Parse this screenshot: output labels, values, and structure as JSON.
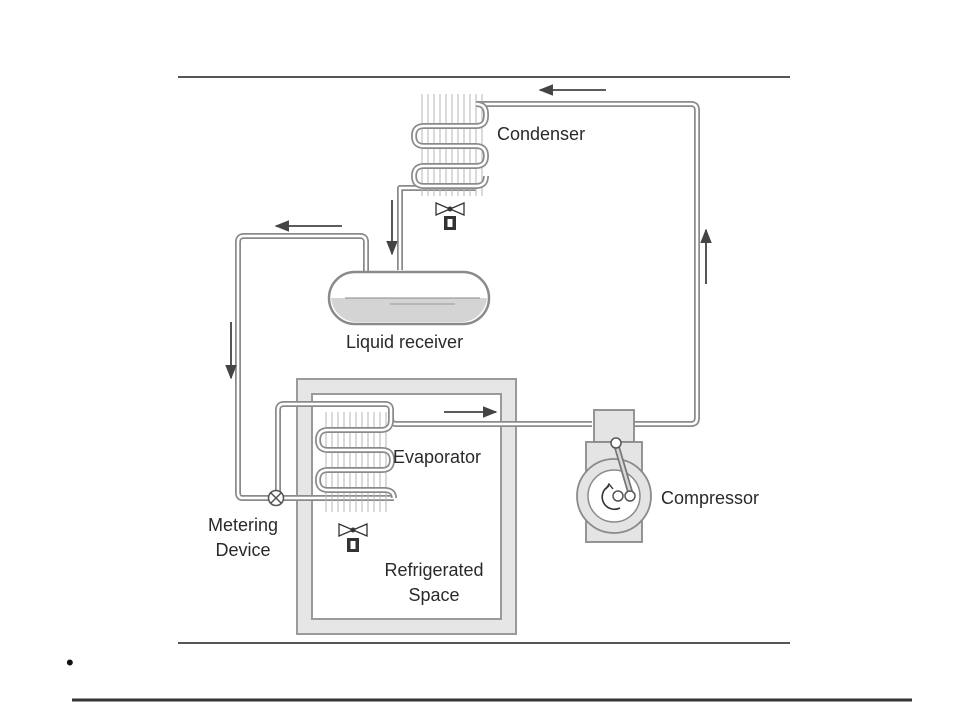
{
  "labels": {
    "condenser": "Condenser",
    "liquid_receiver": "Liquid receiver",
    "evaporator": "Evaporator",
    "compressor": "Compressor",
    "metering_line1": "Metering",
    "metering_line2": "Device",
    "space_line1": "Refrigerated",
    "space_line2": "Space"
  },
  "bullet": "•",
  "colors": {
    "pipe": "#8a8a8a",
    "pipe_inner": "#ffffff",
    "frame": "#9a9a9a",
    "frame_fill": "#e6e6e6",
    "rule": "#555555",
    "arrow": "#444444",
    "liquid": "#cfcfcf"
  }
}
